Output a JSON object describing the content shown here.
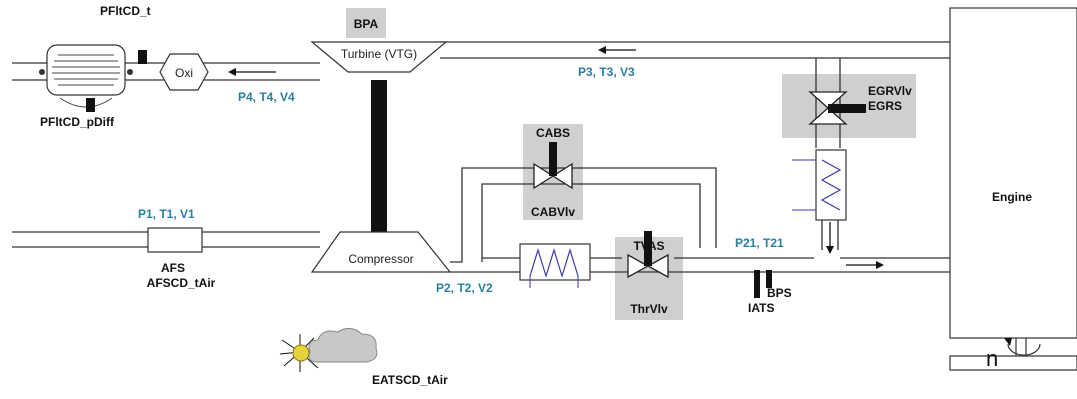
{
  "labels": {
    "bpa": "BPA",
    "turbine": "Turbine (VTG)",
    "compressor": "Compressor",
    "engine": "Engine",
    "oxi": "Oxi",
    "pfltcd_t": "PFltCD_t",
    "pfltcd_pdiff": "PFltCD_pDiff",
    "afs": "AFS",
    "afscd_tair": "AFSCD_tAir",
    "cabs": "CABS",
    "cabvlv": "CABVlv",
    "tvas": "TVAS",
    "thrvlv": "ThrVlv",
    "egrvlv": "EGRVlv",
    "egrs": "EGRS",
    "bps": "BPS",
    "iats": "IATS",
    "eatscd_tair": "EATSCD_tAir",
    "speed": "n"
  },
  "flows": {
    "p1": "P1, T1, V1",
    "p2": "P2, T2, V2",
    "p3": "P3, T3, V3",
    "p4": "P4, T4, V4",
    "p21": "P21, T21"
  },
  "colors": {
    "flow_label": "#2a7fa0",
    "sensor_box": "#cfcfcf",
    "cooler_coil": "#3a3aa0"
  }
}
